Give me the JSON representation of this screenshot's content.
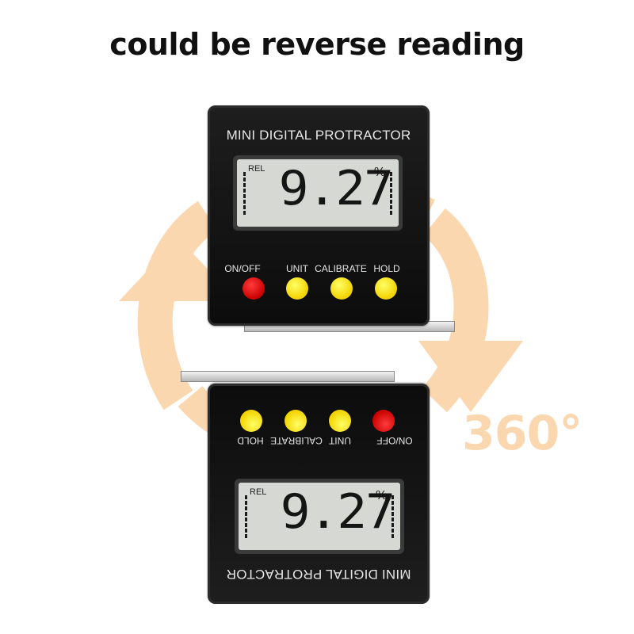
{
  "headline": "could be reverse reading",
  "rotation_label": "360°",
  "device": {
    "title": "MINI DIGITAL PROTRACTOR",
    "lcd": {
      "mode": "REL",
      "reading": "9.27",
      "unit": "%"
    },
    "buttons": [
      {
        "label": "ON/OFF",
        "color": "#d40000"
      },
      {
        "label": "UNIT",
        "color": "#f5d800"
      },
      {
        "label": "CALIBRATE",
        "color": "#f5d800"
      },
      {
        "label": "HOLD",
        "color": "#f5d800"
      }
    ]
  },
  "colors": {
    "arrow": "#FBD7B0",
    "device_body": "#141414",
    "lcd_background": "#d6d8d4"
  }
}
